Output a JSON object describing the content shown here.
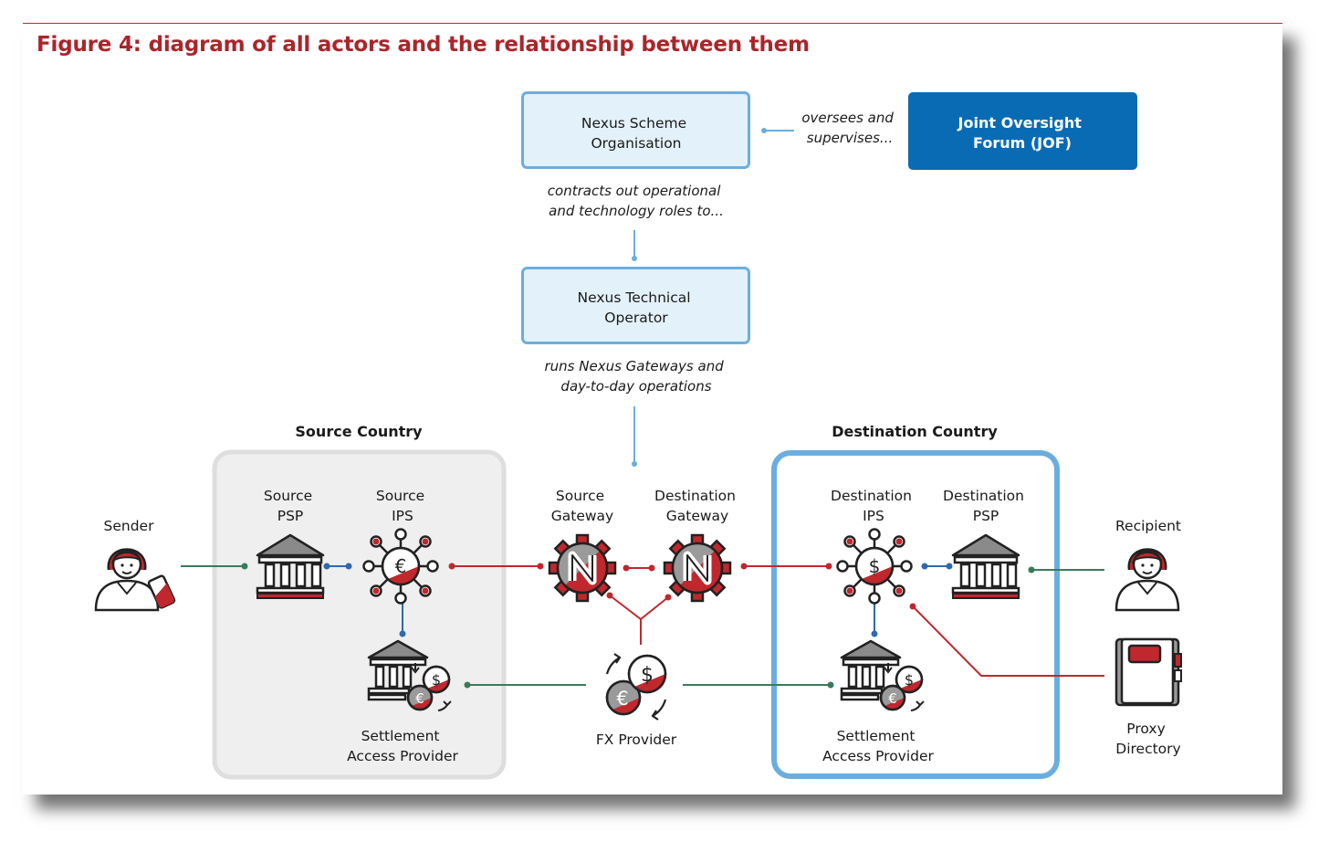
{
  "title": "Figure 4: diagram of all actors and the relationship between them",
  "colors": {
    "accent_red": "#c0282d",
    "title_red": "#a8262b",
    "light_blue_border": "#6aaee0",
    "light_blue_fill": "#e3f1fb",
    "jof_blue": "#0a6bb5",
    "connector_blue": "#2e69b0",
    "connector_green": "#3a7a5c"
  },
  "nodes": {
    "nexus_scheme": [
      "Nexus Scheme",
      "Organisation"
    ],
    "jof": [
      "Joint Oversight",
      "Forum (JOF)"
    ],
    "nexus_operator": [
      "Nexus Technical",
      "Operator"
    ],
    "sender": "Sender",
    "source_psp": [
      "Source",
      "PSP"
    ],
    "source_ips": [
      "Source",
      "IPS"
    ],
    "source_gateway": [
      "Source",
      "Gateway"
    ],
    "dest_gateway": [
      "Destination",
      "Gateway"
    ],
    "dest_ips": [
      "Destination",
      "IPS"
    ],
    "dest_psp": [
      "Destination",
      "PSP"
    ],
    "recipient": "Recipient",
    "source_sap": [
      "Settlement",
      "Access Provider"
    ],
    "fx_provider": "FX Provider",
    "dest_sap": [
      "Settlement",
      "Access Provider"
    ],
    "proxy_directory": [
      "Proxy",
      "Directory"
    ]
  },
  "relations": {
    "oversees": [
      "oversees and",
      "supervises..."
    ],
    "contracts": [
      "contracts out operational",
      "and technology roles to..."
    ],
    "runs": [
      "runs Nexus Gateways and",
      "day-to-day operations"
    ]
  },
  "groups": {
    "source_country": "Source Country",
    "destination_country": "Destination Country"
  },
  "icons": {
    "person": "person-icon",
    "bank": "bank-icon",
    "ips_euro": "euro-hub-icon",
    "ips_dollar": "dollar-hub-icon",
    "gateway": "nexus-gear-icon",
    "fx": "currency-exchange-icon",
    "settlement": "bank-coins-icon",
    "directory": "address-book-icon"
  }
}
